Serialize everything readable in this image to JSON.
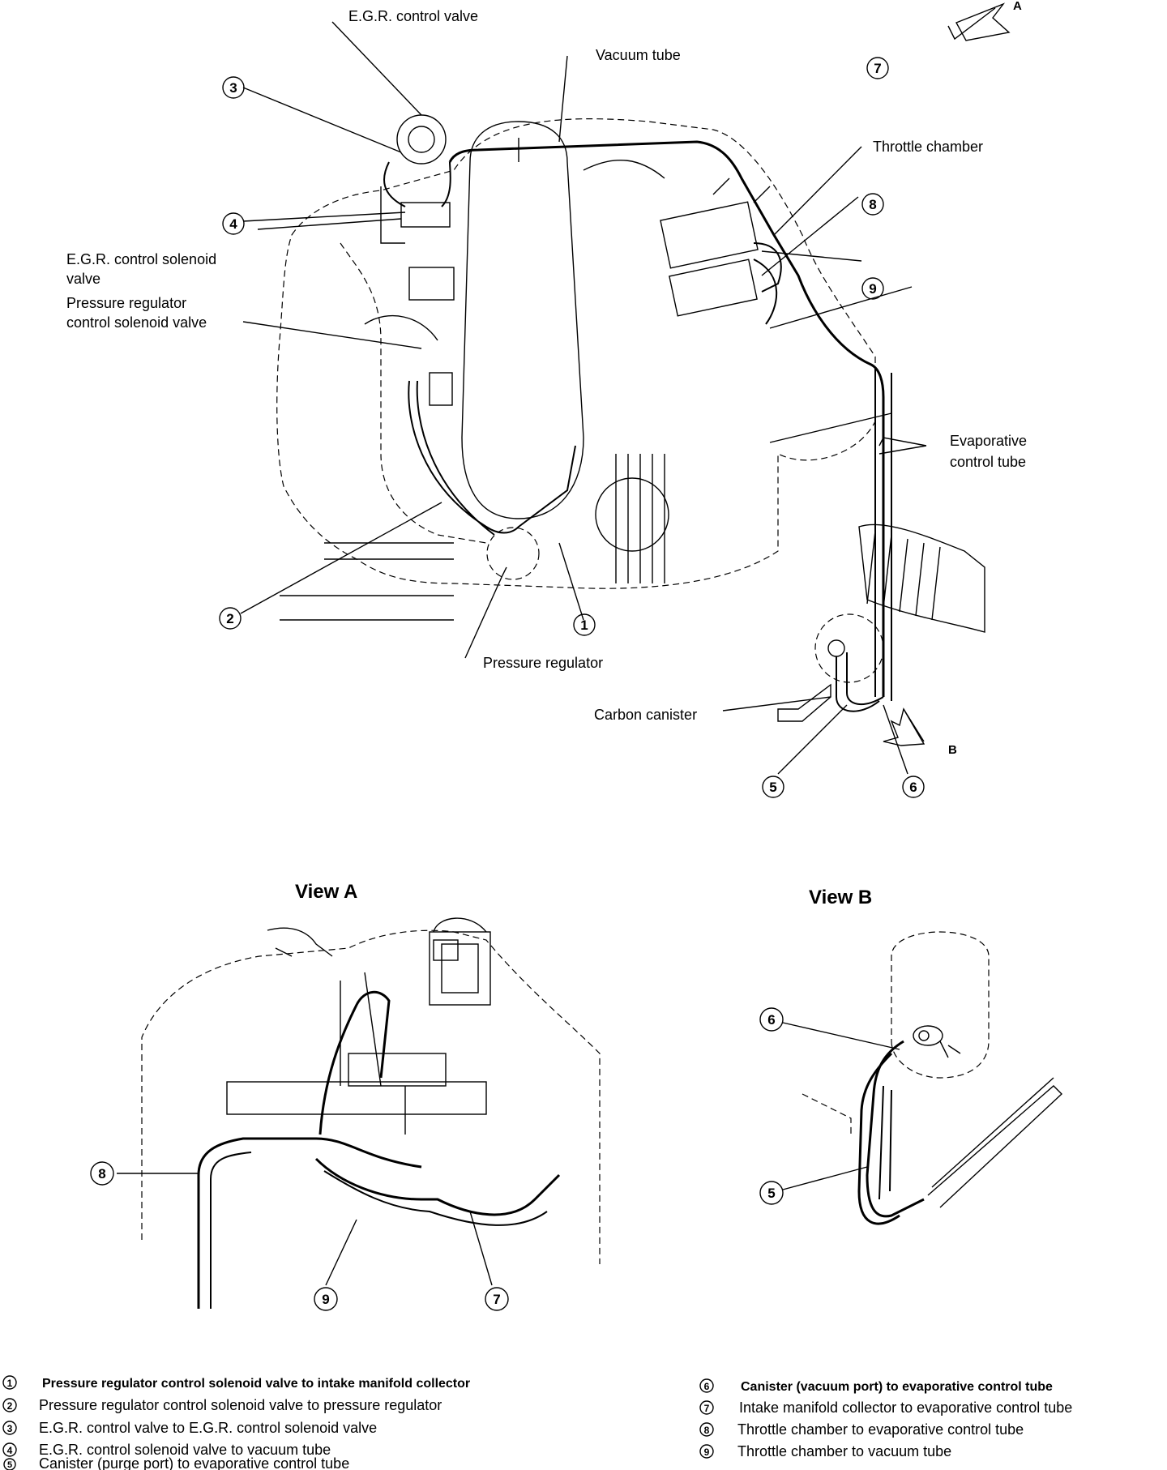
{
  "main_diagram": {
    "labels": {
      "egr_control_valve": "E.G.R. control valve",
      "vacuum_tube": "Vacuum tube",
      "throttle_chamber": "Throttle chamber",
      "egr_solenoid_line1": "E.G.R. control solenoid",
      "egr_solenoid_line2": "valve",
      "pressure_reg_line1": "Pressure regulator",
      "pressure_reg_line2": "control solenoid valve",
      "evap_line1": "Evaporative",
      "evap_line2": "control tube",
      "pressure_regulator": "Pressure regulator",
      "carbon_canister": "Carbon canister",
      "arrow_a": "A",
      "arrow_b": "B"
    },
    "callouts": [
      "1",
      "2",
      "3",
      "4",
      "5",
      "6",
      "7",
      "8",
      "9"
    ]
  },
  "view_a": {
    "title": "View A",
    "callouts": [
      "8",
      "9",
      "7"
    ]
  },
  "view_b": {
    "title": "View B",
    "callouts": [
      "6",
      "5"
    ]
  },
  "legend": [
    {
      "num": "1",
      "text": "Pressure regulator control solenoid valve to intake manifold collector"
    },
    {
      "num": "2",
      "text": "Pressure regulator control solenoid valve to pressure regulator"
    },
    {
      "num": "3",
      "text": "E.G.R. control valve to E.G.R. control solenoid valve"
    },
    {
      "num": "4",
      "text": "E.G.R. control solenoid valve to vacuum tube"
    },
    {
      "num": "5",
      "text": "Canister (purge port) to evaporative control tube"
    },
    {
      "num": "6",
      "text": "Canister (vacuum port) to evaporative control tube"
    },
    {
      "num": "7",
      "text": "Intake manifold collector to evaporative control tube"
    },
    {
      "num": "8",
      "text": "Throttle chamber to evaporative control tube"
    },
    {
      "num": "9",
      "text": "Throttle chamber to vacuum tube"
    }
  ]
}
